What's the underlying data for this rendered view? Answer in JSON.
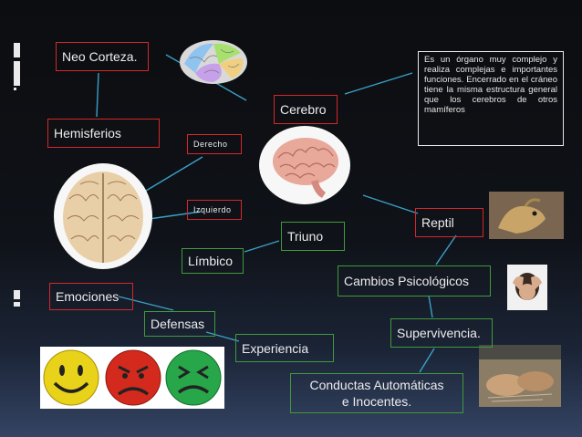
{
  "diagram": {
    "nodes": {
      "neocorteza": "Neo Corteza.",
      "hemisferios": "Hemisferios",
      "derecho": "Derecho",
      "izquierdo": "Izquierdo",
      "cerebro": "Cerebro",
      "triuno": "Triuno",
      "limbico": "Límbico",
      "emociones": "Emociones",
      "defensas": "Defensas",
      "experiencia": "Experiencia",
      "reptil": "Reptil",
      "cambios": "Cambios Psicológicos",
      "supervivencia": "Supervivencia.",
      "conductas": "Conductas Automáticas\ne Inocentes."
    },
    "description": "Es un órgano muy complejo y realiza complejas e importantes funciones. Encerrado en el cráneo tiene la misma estructura general que los cerebros de otros mamíferos"
  },
  "icons": [
    "brain-side-icon",
    "brain-center-icon",
    "brain-top-icon",
    "lizard-photo",
    "stressed-person-photo",
    "happy-face-icon",
    "angry-face-icon",
    "squint-face-icon",
    "hands-photo"
  ],
  "colors": {
    "red_border": "#d3282a",
    "green_border": "#3f9a3c",
    "connector": "#3aa0c8",
    "background": "#0f1218"
  }
}
